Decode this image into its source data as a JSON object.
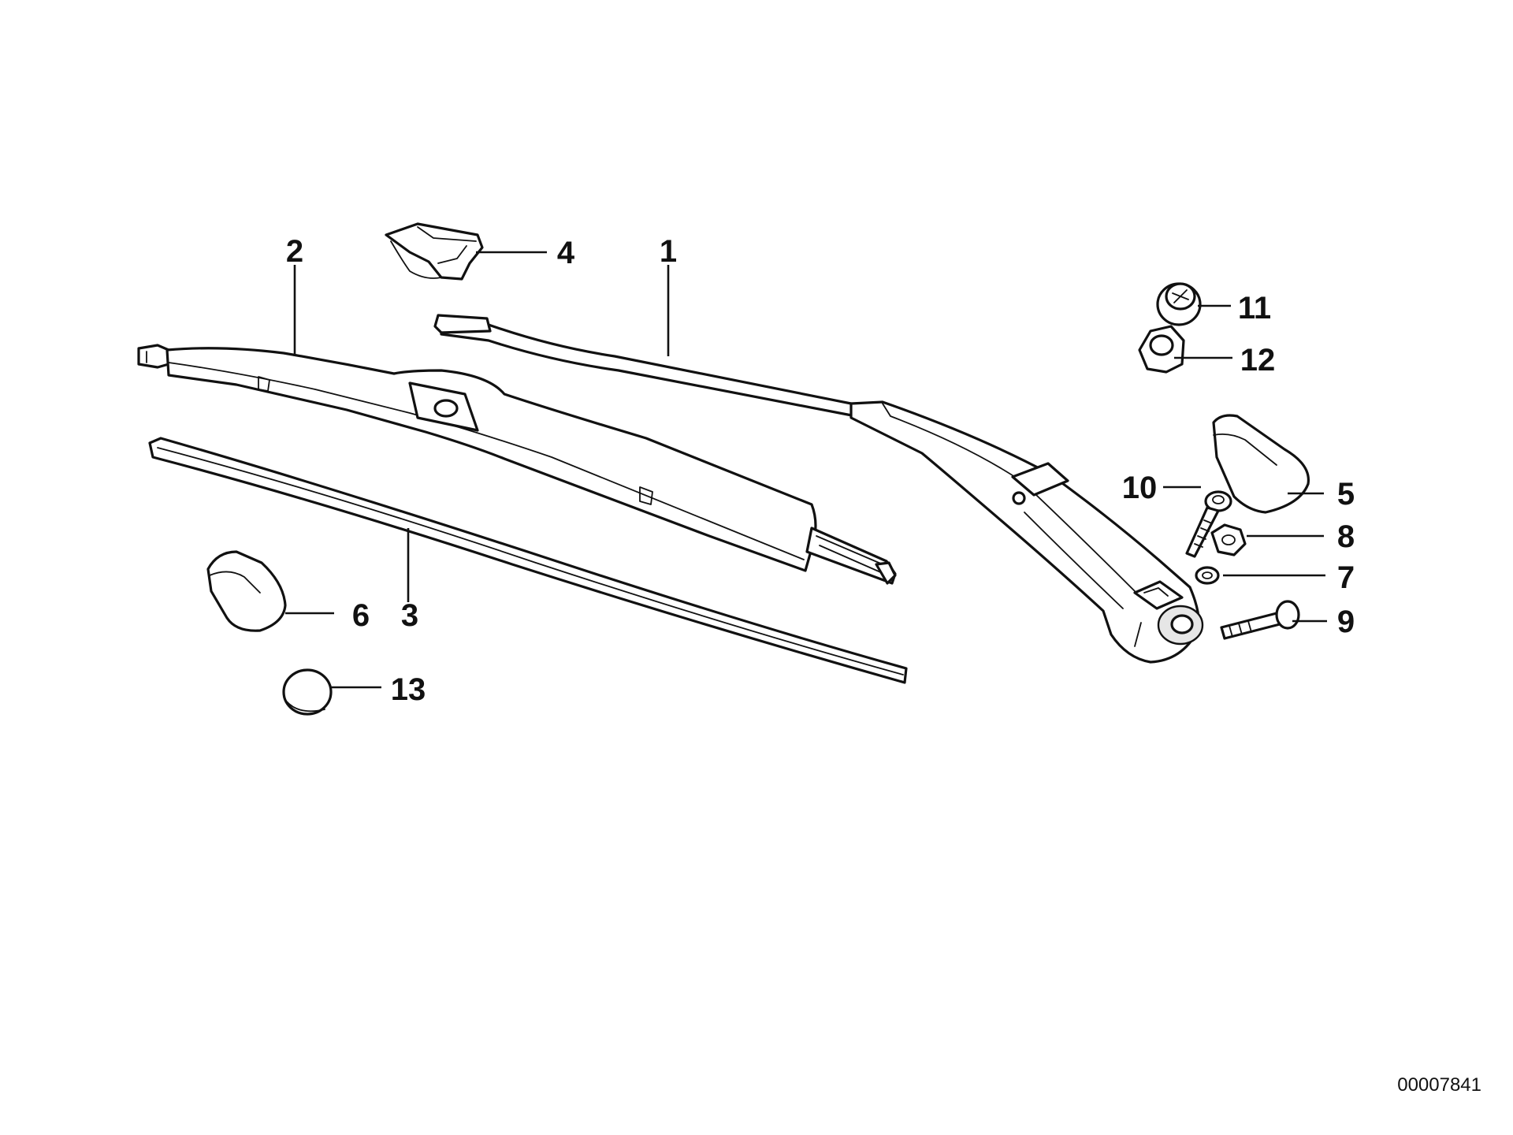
{
  "diagram": {
    "callouts": [
      {
        "id": "1",
        "label": "1"
      },
      {
        "id": "2",
        "label": "2"
      },
      {
        "id": "3",
        "label": "3"
      },
      {
        "id": "4",
        "label": "4"
      },
      {
        "id": "5",
        "label": "5"
      },
      {
        "id": "6",
        "label": "6"
      },
      {
        "id": "7",
        "label": "7"
      },
      {
        "id": "8",
        "label": "8"
      },
      {
        "id": "9",
        "label": "9"
      },
      {
        "id": "10",
        "label": "10"
      },
      {
        "id": "11",
        "label": "11"
      },
      {
        "id": "12",
        "label": "12"
      },
      {
        "id": "13",
        "label": "13"
      }
    ],
    "document_number": "00007841"
  }
}
